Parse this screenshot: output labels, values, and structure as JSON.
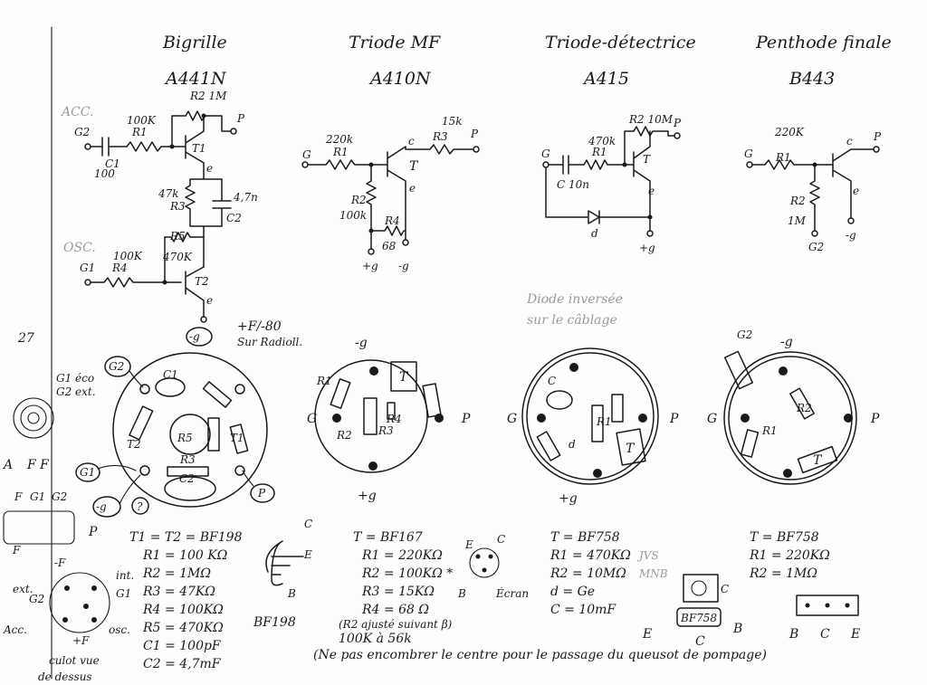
{
  "page": {
    "number": "27"
  },
  "columns": [
    {
      "title": "Bigrille",
      "ref": "A441N"
    },
    {
      "title": "Triode MF",
      "ref": "A410N"
    },
    {
      "title": "Triode-détectrice",
      "ref": "A415"
    },
    {
      "title": "Penthode finale",
      "ref": "B443"
    }
  ],
  "schematic1": {
    "acc": "ACC.",
    "osc": "OSC.",
    "g2": "G2",
    "c1": "C1",
    "c1_value": "100",
    "r1": "R1",
    "r1_value": "100K",
    "r2": "R2 1M",
    "p": "P",
    "t1": "T1",
    "e": "e",
    "r3": "R3",
    "r3_value": "47k",
    "c2": "C2",
    "c2_value": "4,7n",
    "r5": "R5",
    "r5_value": "470K",
    "g1": "G1",
    "r4": "R4",
    "r4_value": "100K",
    "t2": "T2",
    "minus_g": "-g",
    "ff_note": "+F/-80",
    "radio_note": "Sur Radioll."
  },
  "schematic2": {
    "g": "G",
    "r1": "R1",
    "r1_value": "220k",
    "t": "T",
    "c": "c",
    "e": "e",
    "r3": "R3",
    "r3_value": "15k",
    "p": "P",
    "r2": "R2",
    "r2_value": "100k",
    "r4": "R4",
    "r4_value": "68",
    "plus_g": "+g",
    "minus_g": "-g"
  },
  "schematic3": {
    "g": "G",
    "c_value": "C 10n",
    "r1": "R1",
    "r1_value": "470k",
    "r2": "R2 10M",
    "p": "P",
    "t": "T",
    "e": "e",
    "d": "d",
    "plus_g": "+g",
    "note_1": "Diode inversée",
    "note_2": "sur le câblage"
  },
  "schematic4": {
    "r1_value": "220K",
    "g": "G",
    "r1": "R1",
    "p": "P",
    "c": "c",
    "e": "e",
    "r2": "R2",
    "r2_value": "1M",
    "g2": "G2",
    "minus_g": "-g"
  },
  "base1": {
    "c1": "C1",
    "r5": "R5",
    "r3": "R3",
    "c2": "C2",
    "t2": "T2",
    "t1": "T1",
    "g2": "G2",
    "g1": "G1",
    "minus_g": "-g",
    "question": "?",
    "p": "P"
  },
  "base2": {
    "minus_g": "-g",
    "t": "T",
    "r1": "R1",
    "r2": "R2",
    "r3": "R3",
    "r4": "R4",
    "g": "G",
    "p": "P",
    "plus_g": "+g"
  },
  "base3": {
    "c": "C",
    "d": "d",
    "r1": "R1",
    "t": "T",
    "g": "G",
    "p": "P",
    "plus_g": "+g"
  },
  "base4": {
    "g2": "G2",
    "minus_g": "-g",
    "r2": "R2",
    "r1": "R1",
    "t": "T",
    "g": "G",
    "p": "P"
  },
  "margin": {
    "g1": "G1 éco",
    "g2": "G2 ext.",
    "a": "A",
    "ff": "F F",
    "f": "F",
    "g1s": "G1",
    "g2s": "G2",
    "p": "P",
    "minus_f": "-F",
    "ext": "ext.",
    "int": "int.",
    "acc": "Acc.",
    "osc": "osc.",
    "plus_f": "+F",
    "caption_1": "culot vue",
    "caption_2": "de dessus"
  },
  "parts1": [
    "T1 = T2 = BF198",
    "R1 = 100 KΩ",
    "R2 = 1MΩ",
    "R3 = 47KΩ",
    "R4 = 100KΩ",
    "R5 = 470KΩ",
    "C1 = 100pF",
    "C2 = 4,7mF"
  ],
  "bf198": {
    "c": "C",
    "e": "E",
    "b": "B",
    "name": "BF198"
  },
  "parts2": [
    "T = BF167",
    "R1 = 220KΩ",
    "R2 = 100KΩ *",
    "R3 = 15KΩ",
    "R4 = 68 Ω"
  ],
  "parts2_note": "(R2 ajusté suivant β)",
  "parts2_range": "100K à 56k",
  "bf167": {
    "e": "E",
    "c": "C",
    "b": "B",
    "screen": "Écran"
  },
  "parts3": [
    "T = BF758",
    "R1 = 470KΩ",
    "R2 = 10MΩ",
    "d = Ge",
    "C = 10mF"
  ],
  "parts3_ref1": "JVS",
  "parts3_ref2": "MNB",
  "bf758": {
    "c": "C",
    "name": "BF758",
    "e": "E",
    "b": "B"
  },
  "parts4": [
    "T = BF758",
    "R1 = 220KΩ",
    "R2 = 1MΩ"
  ],
  "pinout4": {
    "b": "B",
    "c": "C",
    "e": "E"
  },
  "footer_note": "(Ne pas encombrer le centre pour le passage du queusot de pompage)"
}
